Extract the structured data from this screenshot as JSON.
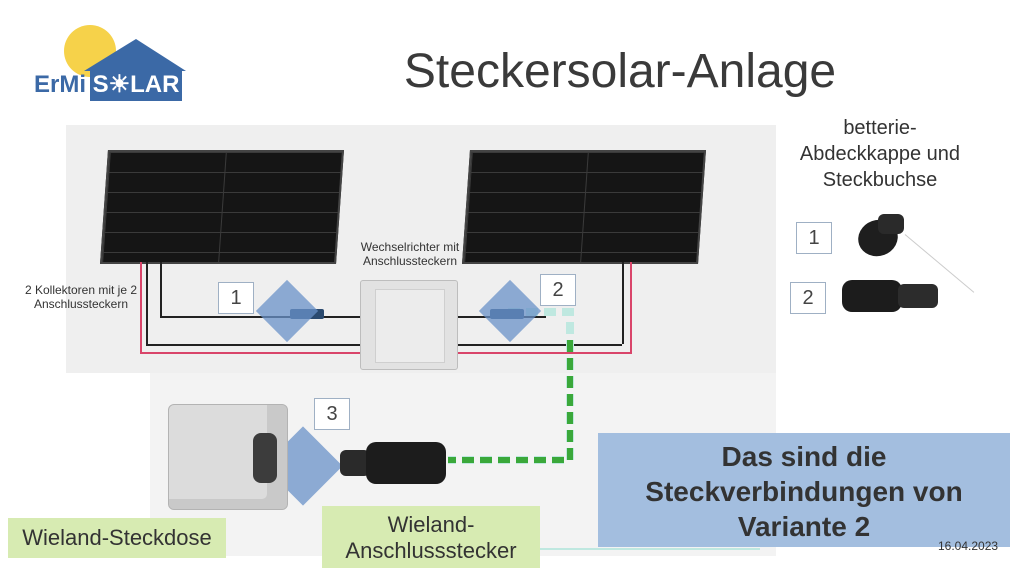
{
  "logo": {
    "left_text": "ErMi",
    "right_text": "S☀LAR"
  },
  "slide": {
    "title": "Steckersolar-Anlage",
    "date": "16.04.2023"
  },
  "photo_labels": {
    "collectors": "2 Kollektoren mit je 2 Anschlussteckern",
    "inverter": "Wechselrichter mit Anschlussteckern"
  },
  "markers": [
    "1",
    "2",
    "3"
  ],
  "right_panel": {
    "title": "betterie-Abdeckkappe und Steckbuchse",
    "items": [
      {
        "number": "1"
      },
      {
        "number": "2"
      }
    ]
  },
  "bottom_labels": {
    "socket": "Wieland-Steckdose",
    "plug": "Wieland-Anschlussstecker"
  },
  "info_box": {
    "text": "Das sind die Steckverbindungen von Variante 2"
  },
  "colors": {
    "info_box": "#a3bedf",
    "label_box": "#d7ebb2",
    "cable_green": "#3aa83a",
    "diamond": "#6a91c8"
  }
}
